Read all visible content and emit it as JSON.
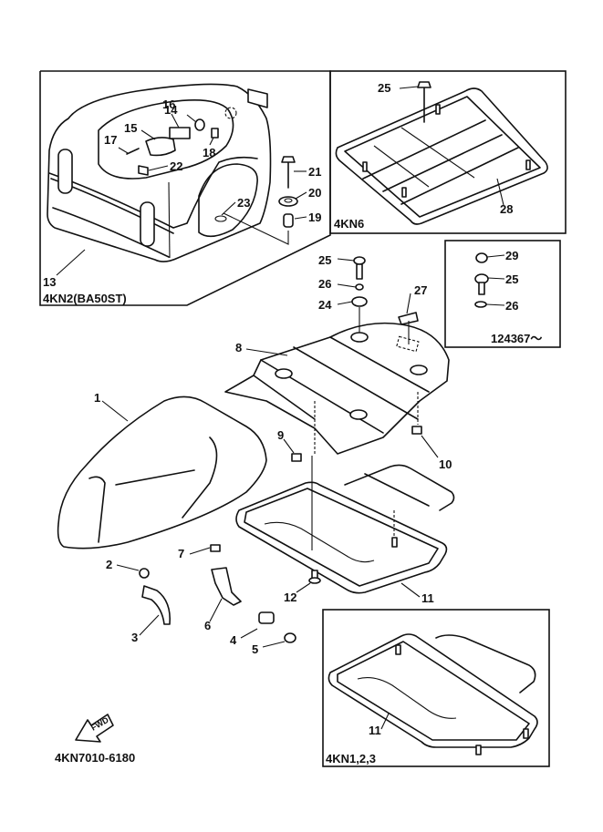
{
  "diagram": {
    "code": "4KN7010-6180",
    "fwd_label": "FWD",
    "insets": {
      "topbox": "4KN2(BA50ST)",
      "rack": "4KN6",
      "serial": "124367〜",
      "bottom": "4KN1,2,3"
    },
    "callouts": {
      "p1": "1",
      "p2": "2",
      "p3": "3",
      "p4": "4",
      "p5": "5",
      "p6": "6",
      "p7": "7",
      "p8": "8",
      "p9": "9",
      "p10": "10",
      "p11a": "11",
      "p11b": "11",
      "p12": "12",
      "p13": "13",
      "p14": "14",
      "p15": "15",
      "p16": "16",
      "p17": "17",
      "p18": "18",
      "p19": "19",
      "p20": "20",
      "p21": "21",
      "p22": "22",
      "p23": "23",
      "p24": "24",
      "p25a": "25",
      "p25b": "25",
      "p25c": "25",
      "p26a": "26",
      "p26b": "26",
      "p27": "27",
      "p28": "28",
      "p29": "29"
    }
  }
}
